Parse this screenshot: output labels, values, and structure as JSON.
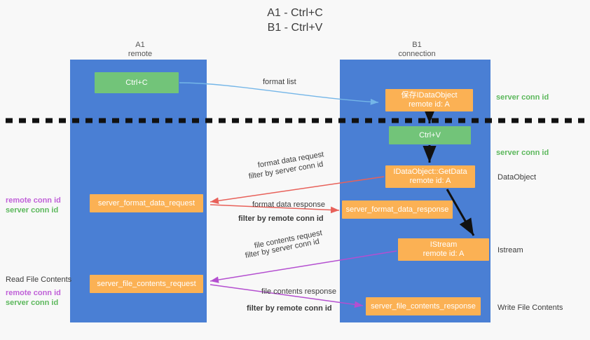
{
  "title": {
    "line1": "A1 - Ctrl+C",
    "line2": "B1 - Ctrl+V"
  },
  "columns": {
    "a": {
      "name": "A1",
      "sub": "remote"
    },
    "b": {
      "name": "B1",
      "sub": "connection"
    }
  },
  "boxes": {
    "ctrl_c": "Ctrl+C",
    "data_object_title": "保存IDataObject",
    "data_object_sub": "remote id: A",
    "ctrl_v": "Ctrl+V",
    "getdata_title": "IDataObject::GetData",
    "getdata_sub": "remote id: A",
    "istream_title": "IStream",
    "istream_sub": "remote id: A",
    "server_format_data_request": "server_format_data_request",
    "server_format_data_response": "server_format_data_response",
    "server_file_contents_request": "server_file_contents_request",
    "server_file_contents_response": "server_file_contents_response"
  },
  "edge_labels": {
    "format_list": "format list",
    "format_data_request": "format data request",
    "format_data_response": "format data response",
    "file_contents_request": "file contents request",
    "file_contents_response": "file contents response",
    "filter_by": "filter by",
    "server_conn_id": "server conn id",
    "remote_conn_id": "remote conn id"
  },
  "right_labels": {
    "server_conn_id_top": "server conn id",
    "server_conn_id_mid": "server conn id",
    "data_object": "DataObject",
    "istream": "Istream",
    "write_file_contents": "Write File Contents"
  },
  "left_labels": {
    "remote_conn_id": "remote conn id",
    "server_conn_id": "server conn id",
    "read_file_contents": "Read File Contents"
  },
  "colors": {
    "lane": "#4a7fd4",
    "green_box": "#72c479",
    "orange_box": "#fbb154",
    "server_conn_id": "#5cb85c",
    "remote_conn_id": "#c061d8",
    "red_arrow": "#e8615a",
    "purple_arrow": "#b44fd0",
    "blue_arrow": "#74b6e8",
    "divider": "#111111"
  }
}
